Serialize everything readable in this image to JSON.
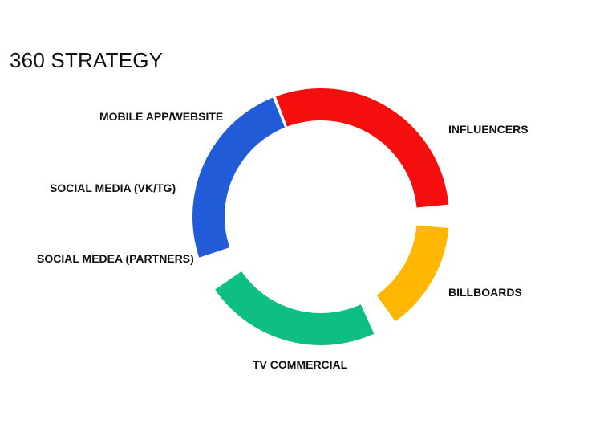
{
  "title": "360 STRATEGY",
  "segments": [
    {
      "id": "digital",
      "color": "#215BD8",
      "start": 251.5,
      "end": 338.0
    },
    {
      "id": "influencers",
      "color": "#F40E0E",
      "start": 339.5,
      "end": 84.5
    },
    {
      "id": "billboards",
      "color": "#FFB703",
      "start": 95.0,
      "end": 144.5
    },
    {
      "id": "tv",
      "color": "#0FBE85",
      "start": 155.5,
      "end": 235.5
    }
  ],
  "labels": {
    "mobile": "MOBILE APP/WEBSITE",
    "social_vk": "SOCIAL MEDIA (VK/TG)",
    "social_partners": "SOCIAL MEDEA (PARTNERS)",
    "tv": "TV COMMERCIAL",
    "influencers": "INFLUENCERS",
    "billboards": "BILLBOARDS"
  }
}
